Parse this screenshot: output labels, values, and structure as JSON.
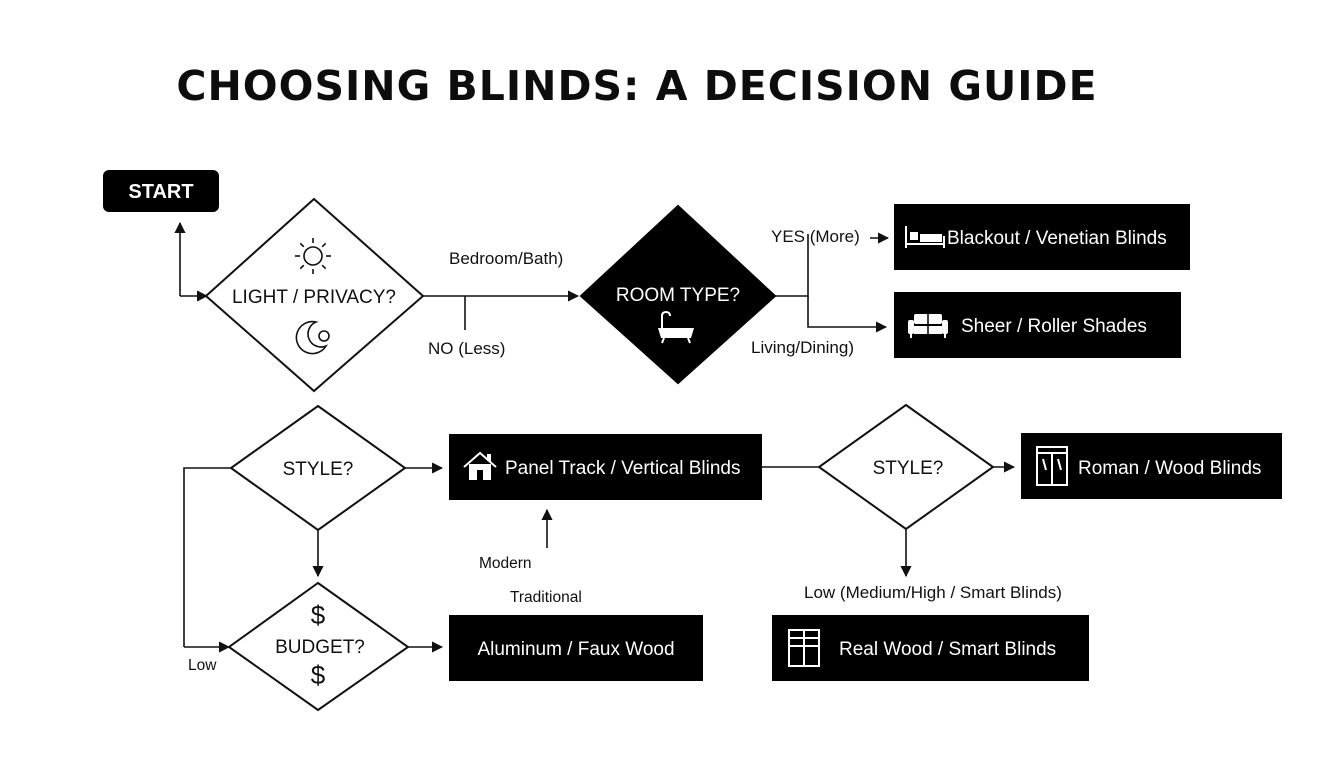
{
  "title": "CHOOSING BLINDS: A DECISION GUIDE",
  "nodes": {
    "start": "START",
    "light_privacy": "LIGHT / PRIVACY?",
    "room_type": "ROOM TYPE?",
    "style_left": "STYLE?",
    "style_right": "STYLE?",
    "budget": "BUDGET?",
    "blackout": "Blackout / Venetian Blinds",
    "sheer": "Sheer / Roller Shades",
    "panel_track": "Panel Track / Vertical Blinds",
    "roman": "Roman / Wood Blinds",
    "aluminum": "Aluminum / Faux Wood",
    "real_wood": "Real Wood / Smart Blinds"
  },
  "edges": {
    "bedroom_bath": "Bedroom/Bath)",
    "no_less": "NO (Less)",
    "yes_more": "YES (More)",
    "living_dining": "Living/Dining)",
    "modern": "Modern",
    "traditional": "Traditional",
    "low": "Low",
    "low_medium_high": "Low (Medium/High / Smart Blinds)"
  },
  "symbols": {
    "dollar": "$"
  },
  "icons": {
    "sun": "sun-icon",
    "moon": "moon-icon",
    "bathtub": "bathtub-icon",
    "bed": "bed-icon",
    "sofa": "sofa-icon",
    "house": "house-icon",
    "window_doors": "window-doors-icon",
    "window_grid": "window-grid-icon"
  },
  "colors": {
    "ink": "#111111",
    "box_fill": "#000000",
    "box_text": "#ffffff",
    "background": "#ffffff"
  }
}
